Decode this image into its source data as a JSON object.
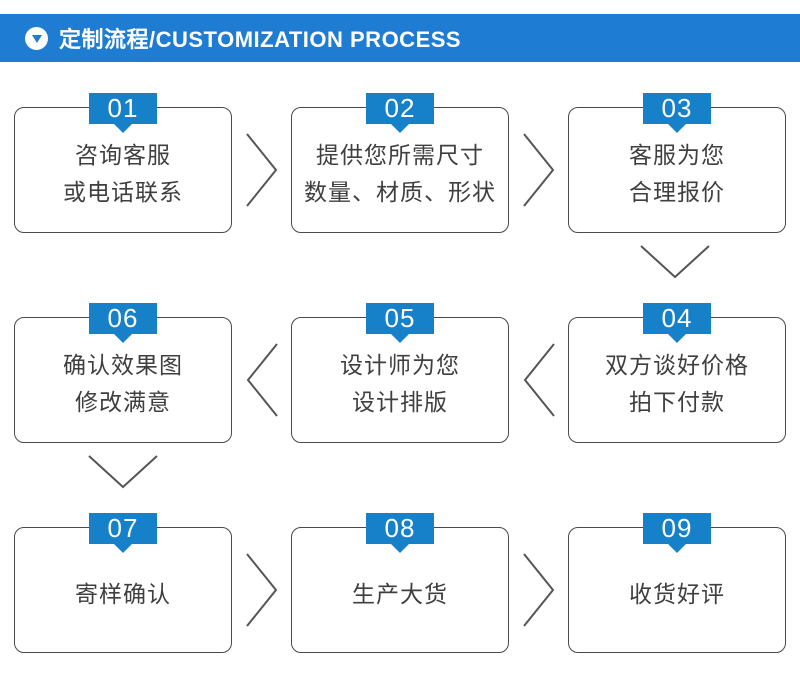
{
  "header": {
    "title": "定制流程/CUSTOMIZATION PROCESS",
    "bar_color": "#1e7cd2",
    "text_color": "#ffffff",
    "icon": "circle-down-arrow-icon"
  },
  "steps": [
    {
      "number": "01",
      "lines": [
        "咨询客服",
        "或电话联系"
      ]
    },
    {
      "number": "02",
      "lines": [
        "提供您所需尺寸",
        "数量、材质、形状"
      ]
    },
    {
      "number": "03",
      "lines": [
        "客服为您",
        "合理报价"
      ]
    },
    {
      "number": "04",
      "lines": [
        "双方谈好价格",
        "拍下付款"
      ]
    },
    {
      "number": "05",
      "lines": [
        "设计师为您",
        "设计排版"
      ]
    },
    {
      "number": "06",
      "lines": [
        "确认效果图",
        "修改满意"
      ]
    },
    {
      "number": "07",
      "lines": [
        "寄样确认"
      ]
    },
    {
      "number": "08",
      "lines": [
        "生产大货"
      ]
    },
    {
      "number": "09",
      "lines": [
        "收货好评"
      ]
    }
  ],
  "flow_order": [
    "01",
    "02",
    "03",
    "04",
    "05",
    "06",
    "07",
    "08",
    "09"
  ],
  "layout_rows": [
    {
      "steps": [
        "01",
        "02",
        "03"
      ],
      "arrow_direction": "right"
    },
    {
      "steps": [
        "06",
        "05",
        "04"
      ],
      "arrow_direction": "left"
    },
    {
      "steps": [
        "07",
        "08",
        "09"
      ],
      "arrow_direction": "right"
    }
  ],
  "colors": {
    "badge_bg": "#1681c8",
    "box_border": "#4a4a4a",
    "box_text": "#3f3f3f",
    "arrow_stroke": "#555555"
  }
}
